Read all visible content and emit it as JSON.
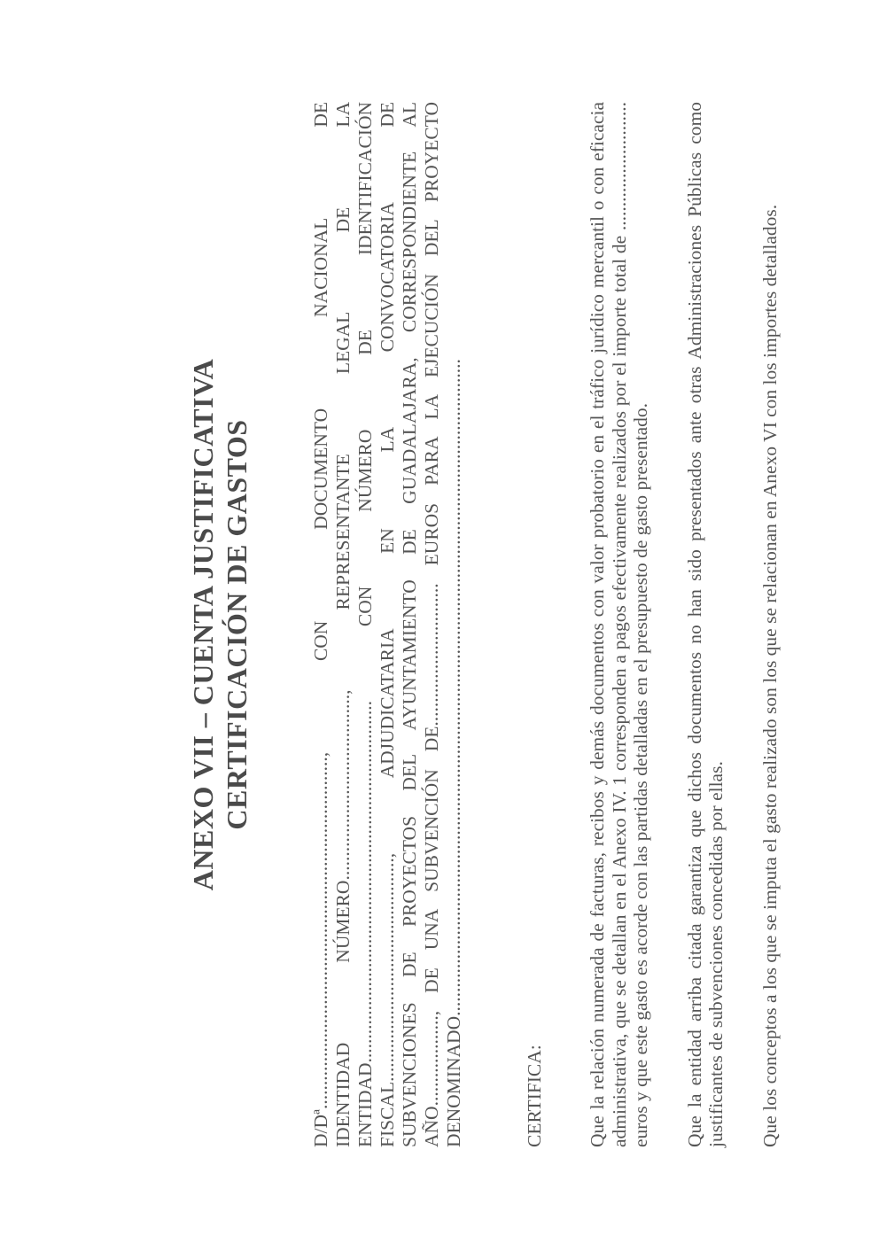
{
  "document": {
    "title_line1": "ANEXO VII – CUENTA JUSTIFICATIVA",
    "title_line2": "CERTIFICACIÓN DE GASTOS",
    "declaration_lines": [
      "D/Dª.........................................................................., CON DOCUMENTO NACIONAL DE",
      "IDENTIDAD NÚMERO......................................., REPRESENTANTE LEGAL DE LA",
      "ENTIDAD............................................................................ CON NÚMERO DE IDENTIFICACIÓN",
      "FISCAL..............................................., ADJUDICATARIA EN LA CONVOCATORIA DE",
      "SUBVENCIONES DE PROYECTOS DEL AYUNTAMIENTO DE GUADALAJARA, CORRESPONDIENTE AL",
      "AÑO..................., DE UNA SUBVENCIÓN DE.............................. EUROS PARA LA EJECUCIÓN DEL PROYECTO",
      "DENOMINADO.........................................................................................................................................."
    ],
    "certifica_label": "CERTIFICA:",
    "paragraph_1": "Que la relación numerada de facturas, recibos y demás documentos con valor probatorio en el tráfico jurídico mercantil o con eficacia administrativa, que se detallan en el Anexo IV. 1 corresponden a pagos efectivamente realizados por el importe total de ........................... euros y que este gasto es acorde con las partidas detalladas en el presupuesto de gasto presentado.",
    "paragraph_2": "Que la entidad arriba citada garantiza que dichos documentos no han sido presentados ante otras Administraciones Públicas como justificantes de subvenciones concedidas por ellas.",
    "paragraph_3": "Que los conceptos a los que se imputa el gasto realizado son los que se relacionan en Anexo VI con los importes detallados."
  }
}
